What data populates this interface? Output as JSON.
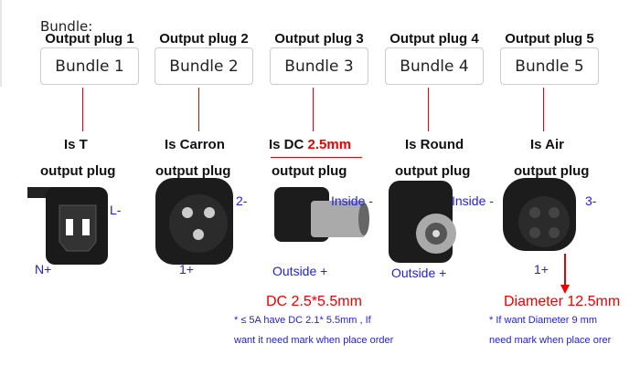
{
  "bundle_label": "Bundle:",
  "plugs": [
    {
      "title": "Output plug 1",
      "button": "Bundle 1",
      "type_prefix": "Is T",
      "type_suffix": "",
      "line2": "output plug",
      "pins": [
        "L-",
        "N+"
      ]
    },
    {
      "title": "Output plug 2",
      "button": "Bundle 2",
      "type_prefix": "Is Carron",
      "type_suffix": "",
      "line2": "output plug",
      "pins": [
        "2-",
        "1+"
      ]
    },
    {
      "title": "Output plug 3",
      "button": "Bundle 3",
      "type_prefix": "Is DC",
      "type_suffix": "2.5mm",
      "line2": "output plug",
      "pins": [
        "Inside -",
        "Outside +"
      ]
    },
    {
      "title": "Output plug 4",
      "button": "Bundle 4",
      "type_prefix": "Is Round",
      "type_suffix": "",
      "line2": "output plug",
      "pins": [
        "Inside -",
        "Outside +"
      ]
    },
    {
      "title": "Output plug 5",
      "button": "Bundle 5",
      "type_prefix": "Is Air",
      "type_suffix": "",
      "line2": "output plug",
      "pins": [
        "3-",
        "1+"
      ]
    }
  ],
  "dc_spec": "DC 2.5*5.5mm",
  "dc_note": [
    "* ≤ 5A have DC 2.1* 5.5mm , If",
    "want it need mark when place order"
  ],
  "air_spec": "Diameter 12.5mm",
  "air_note": [
    "*  If want Diameter 9 mm",
    "need mark when place orer"
  ]
}
